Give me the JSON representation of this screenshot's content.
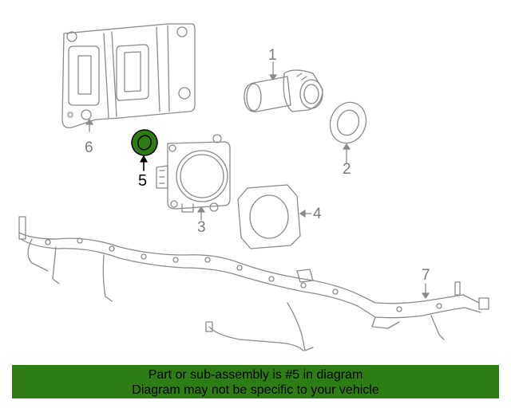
{
  "callouts": {
    "c1": "1",
    "c2": "2",
    "c3": "3",
    "c4": "4",
    "c5": "5",
    "c6": "6",
    "c7": "7"
  },
  "highlight": {
    "part": "5",
    "color": "#2e7d14"
  },
  "banner": {
    "line1": "Part or sub-assembly is #5 in diagram",
    "line2": "Diagram may not be specific to your vehicle",
    "color": "#2e7d14"
  }
}
